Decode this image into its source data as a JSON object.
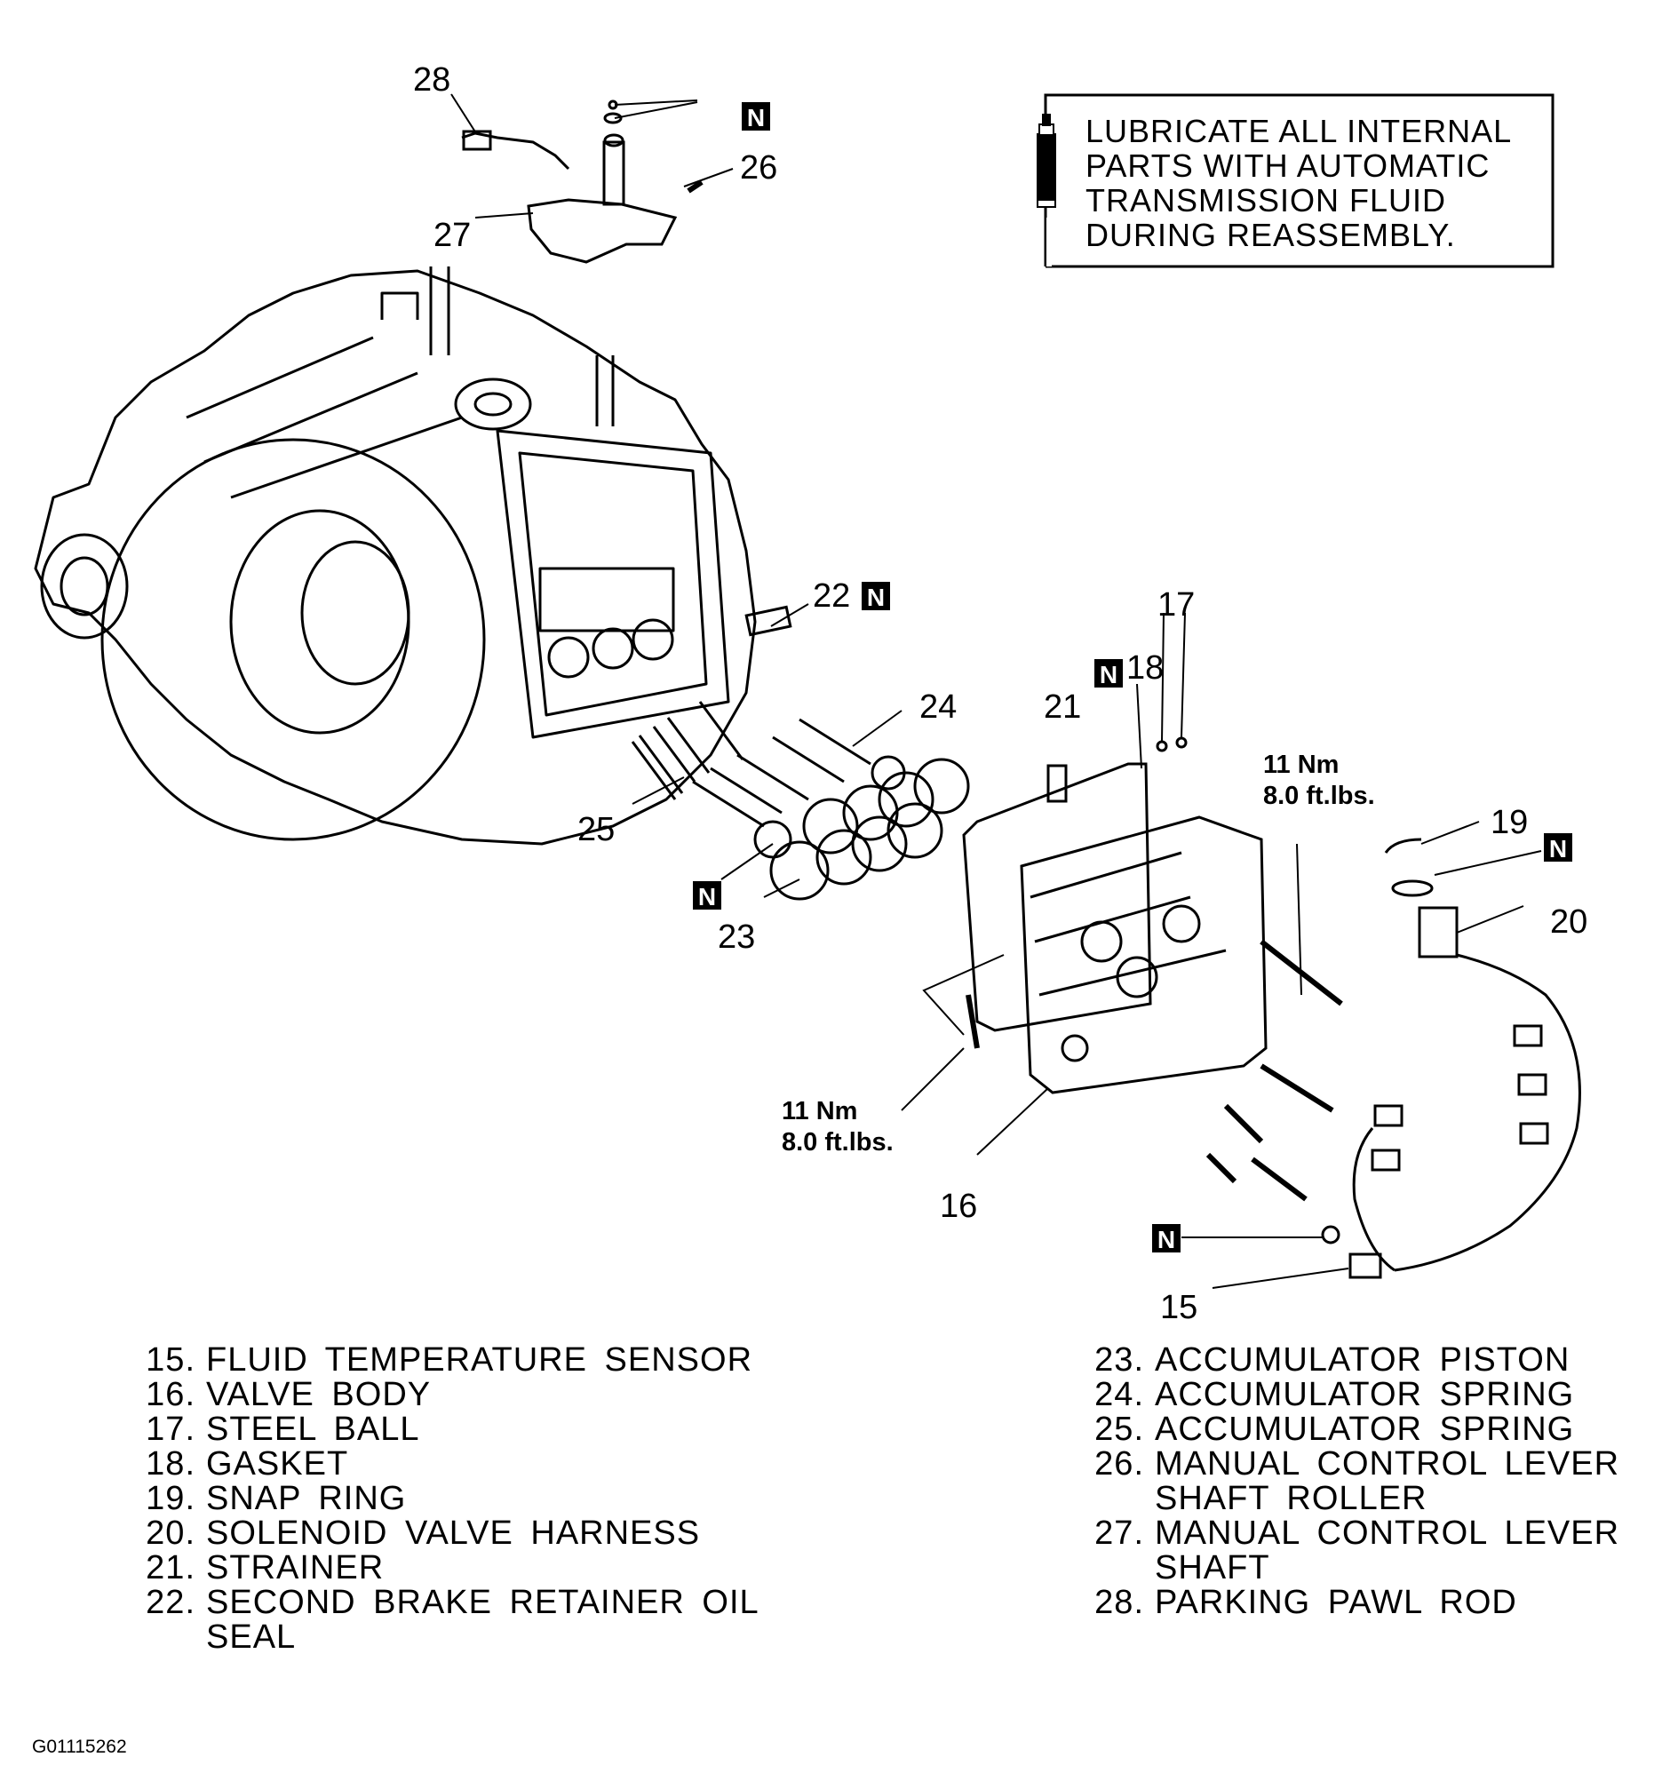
{
  "note": {
    "lines": [
      "LUBRICATE ALL INTERNAL",
      "PARTS WITH AUTOMATIC",
      "TRANSMISSION FLUID",
      "DURING REASSEMBLY."
    ],
    "icon": "fluid-bottle-icon"
  },
  "callouts": {
    "c28": "28",
    "c27": "27",
    "c26": "26",
    "c22": "22",
    "c24": "24",
    "c25": "25",
    "c23": "23",
    "c21": "21",
    "c18": "18",
    "c17": "17",
    "c19": "19",
    "c20": "20",
    "c16": "16",
    "c15": "15"
  },
  "new_part_marker": "N",
  "torque": {
    "right_nm": "11 Nm",
    "right_ft": "8.0 ft.lbs.",
    "left_nm": "11 Nm",
    "left_ft": "8.0 ft.lbs."
  },
  "legend_left": [
    {
      "num": "15.",
      "text": "FLUID TEMPERATURE SENSOR"
    },
    {
      "num": "16.",
      "text": "VALVE BODY"
    },
    {
      "num": "17.",
      "text": "STEEL BALL"
    },
    {
      "num": "18.",
      "text": "GASKET"
    },
    {
      "num": "19.",
      "text": "SNAP RING"
    },
    {
      "num": "20.",
      "text": "SOLENOID VALVE HARNESS"
    },
    {
      "num": "21.",
      "text": "STRAINER"
    },
    {
      "num": "22.",
      "text": "SECOND BRAKE RETAINER OIL\nSEAL"
    }
  ],
  "legend_right": [
    {
      "num": "23.",
      "text": "ACCUMULATOR PISTON"
    },
    {
      "num": "24.",
      "text": "ACCUMULATOR SPRING"
    },
    {
      "num": "25.",
      "text": "ACCUMULATOR SPRING"
    },
    {
      "num": "26.",
      "text": "MANUAL CONTROL LEVER\nSHAFT ROLLER"
    },
    {
      "num": "27.",
      "text": "MANUAL CONTROL LEVER\nSHAFT"
    },
    {
      "num": "28.",
      "text": "PARKING PAWL ROD"
    }
  ],
  "figure_code": "G01115262"
}
